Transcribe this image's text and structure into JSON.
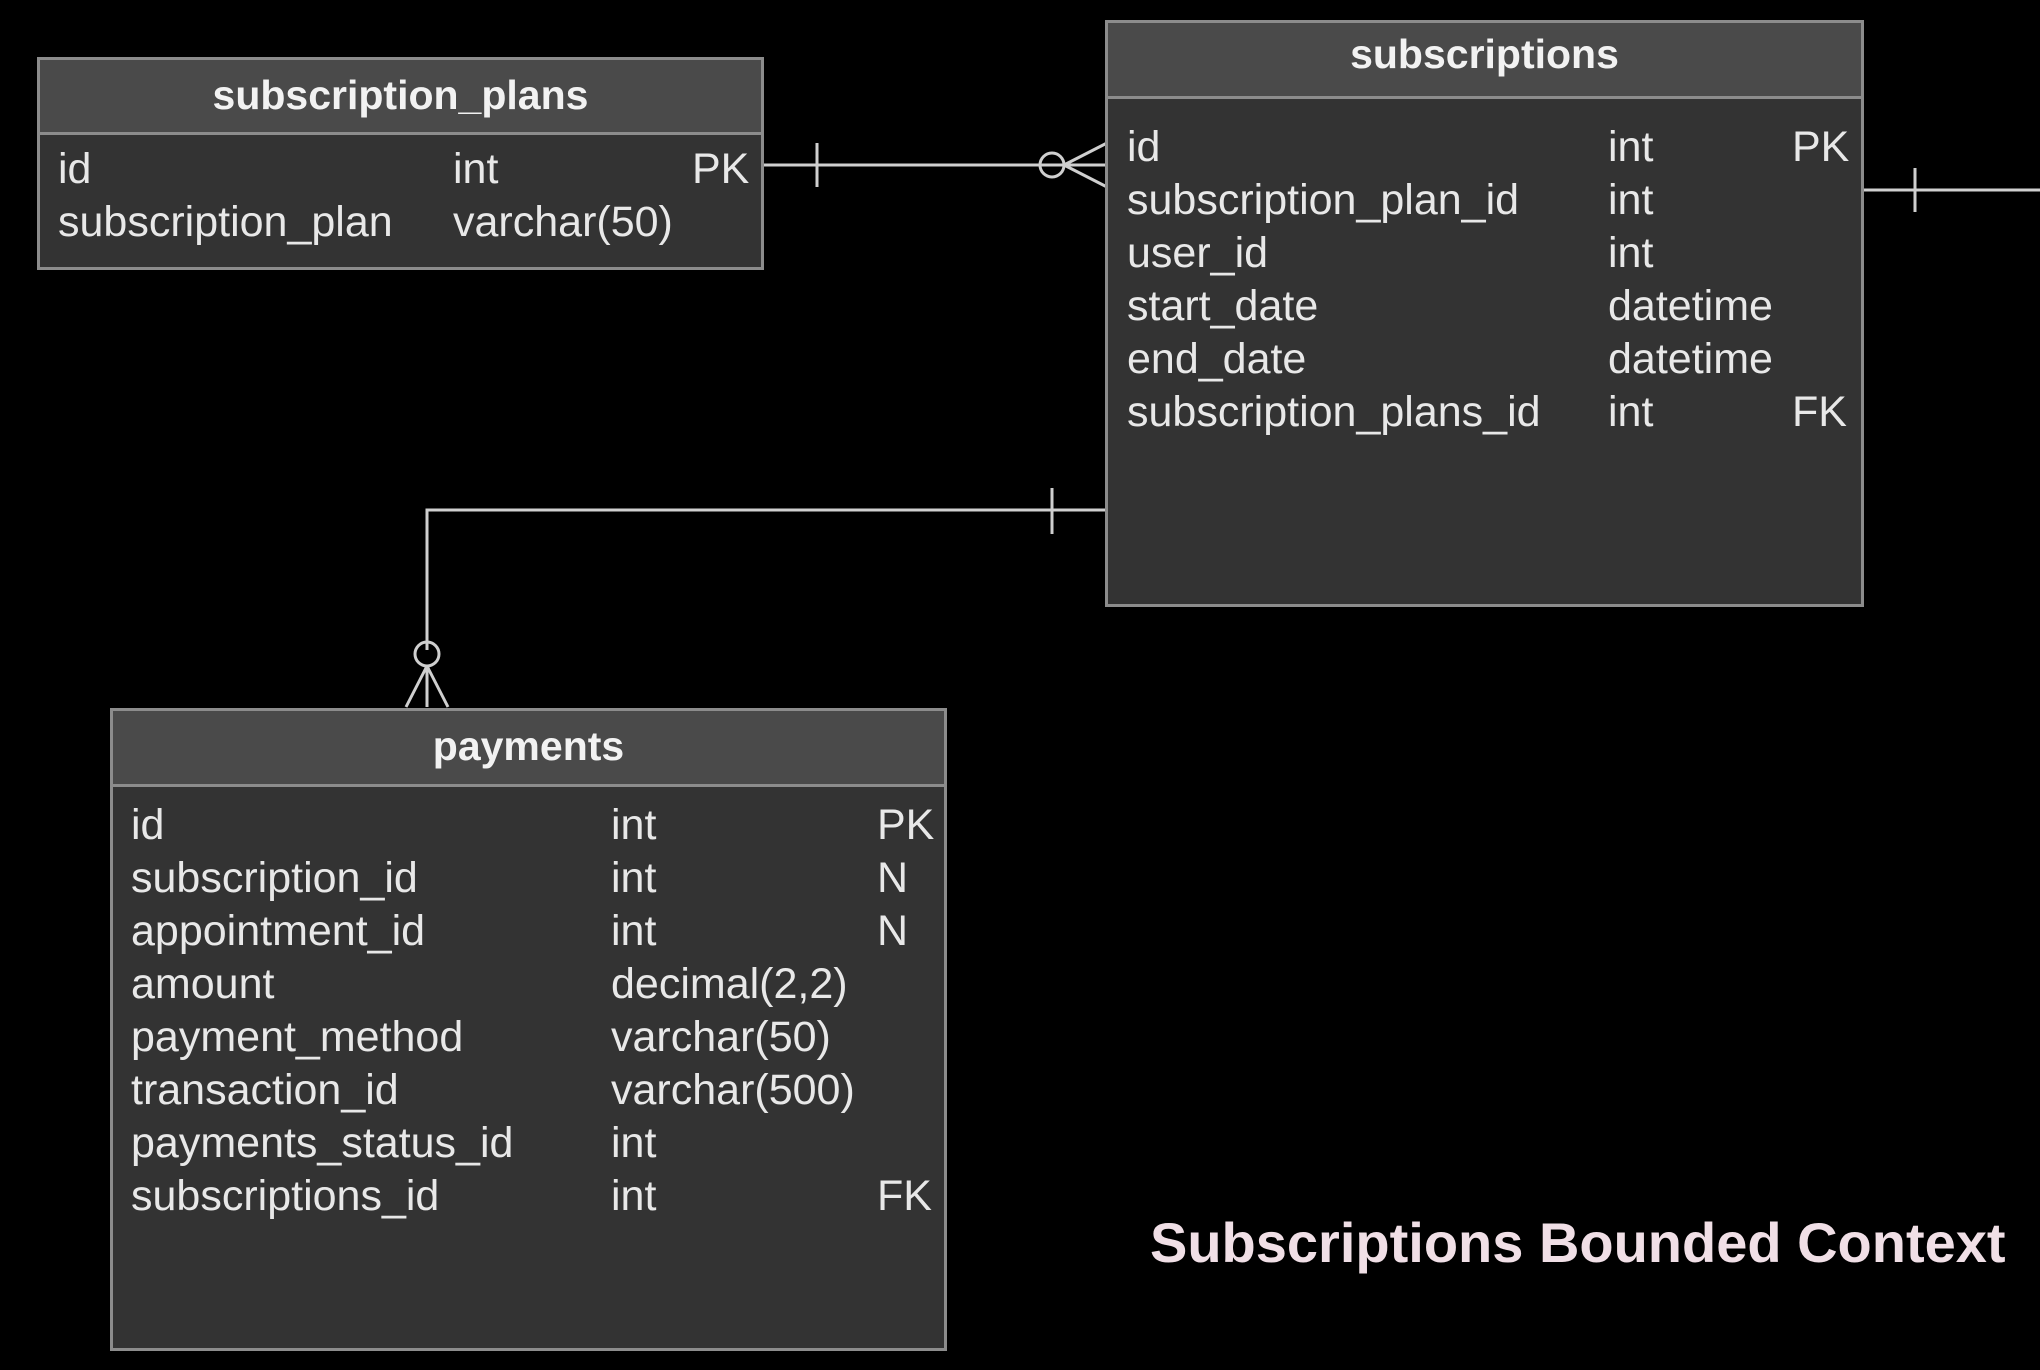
{
  "diagram": {
    "entities": {
      "subscription_plans": {
        "name": "subscription_plans",
        "attributes": [
          {
            "name": "id",
            "type": "int",
            "key": "PK"
          },
          {
            "name": "subscription_plan",
            "type": "varchar(50)",
            "key": ""
          }
        ]
      },
      "subscriptions": {
        "name": "subscriptions",
        "attributes": [
          {
            "name": "id",
            "type": "int",
            "key": "PK"
          },
          {
            "name": "subscription_plan_id",
            "type": "int",
            "key": ""
          },
          {
            "name": "user_id",
            "type": "int",
            "key": ""
          },
          {
            "name": "start_date",
            "type": "datetime",
            "key": ""
          },
          {
            "name": "end_date",
            "type": "datetime",
            "key": ""
          },
          {
            "name": "subscription_plans_id",
            "type": "int",
            "key": "FK"
          }
        ]
      },
      "payments": {
        "name": "payments",
        "attributes": [
          {
            "name": "id",
            "type": "int",
            "key": "PK"
          },
          {
            "name": "subscription_id",
            "type": "int",
            "key": "N"
          },
          {
            "name": "appointment_id",
            "type": "int",
            "key": "N"
          },
          {
            "name": "amount",
            "type": "decimal(2,2)",
            "key": ""
          },
          {
            "name": "payment_method",
            "type": "varchar(50)",
            "key": ""
          },
          {
            "name": "transaction_id",
            "type": "varchar(500)",
            "key": ""
          },
          {
            "name": "payments_status_id",
            "type": "int",
            "key": ""
          },
          {
            "name": "subscriptions_id",
            "type": "int",
            "key": "FK"
          }
        ]
      }
    },
    "relationships": [
      {
        "from": "subscription_plans",
        "to": "subscriptions",
        "from_cardinality": "one",
        "to_cardinality": "zero-or-many"
      },
      {
        "from": "subscriptions",
        "to": "payments",
        "from_cardinality": "one",
        "to_cardinality": "zero-or-many"
      },
      {
        "from": "subscriptions",
        "to": "offscreen",
        "from_cardinality": "one",
        "to_cardinality": ""
      }
    ],
    "context_title": "Subscriptions Bounded Context",
    "colors": {
      "background": "#000000",
      "table_fill": "#333333",
      "header_fill": "#4a4a4a",
      "border": "#8c8c8c",
      "text": "#e8e8e8",
      "title_text": "#f0dfe6"
    }
  }
}
